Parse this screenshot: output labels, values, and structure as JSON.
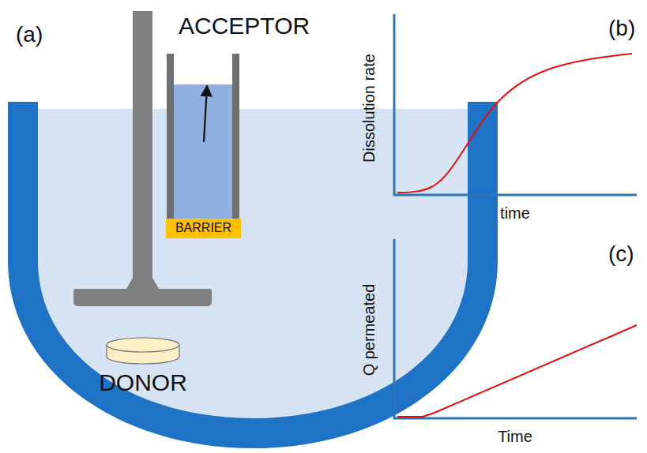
{
  "diagram": {
    "nodes": [
      {
        "text": [
          "ACCEPTOR"
        ]
      },
      {
        "text": [
          "BARRIER"
        ],
        "in": 0
      },
      {
        "text": [
          "DONOR"
        ]
      }
    ],
    "labels": [
      "(a)",
      "(b)",
      "Dissolution rate",
      "time",
      "(c)",
      "Q permeated",
      "Time"
    ]
  }
}
